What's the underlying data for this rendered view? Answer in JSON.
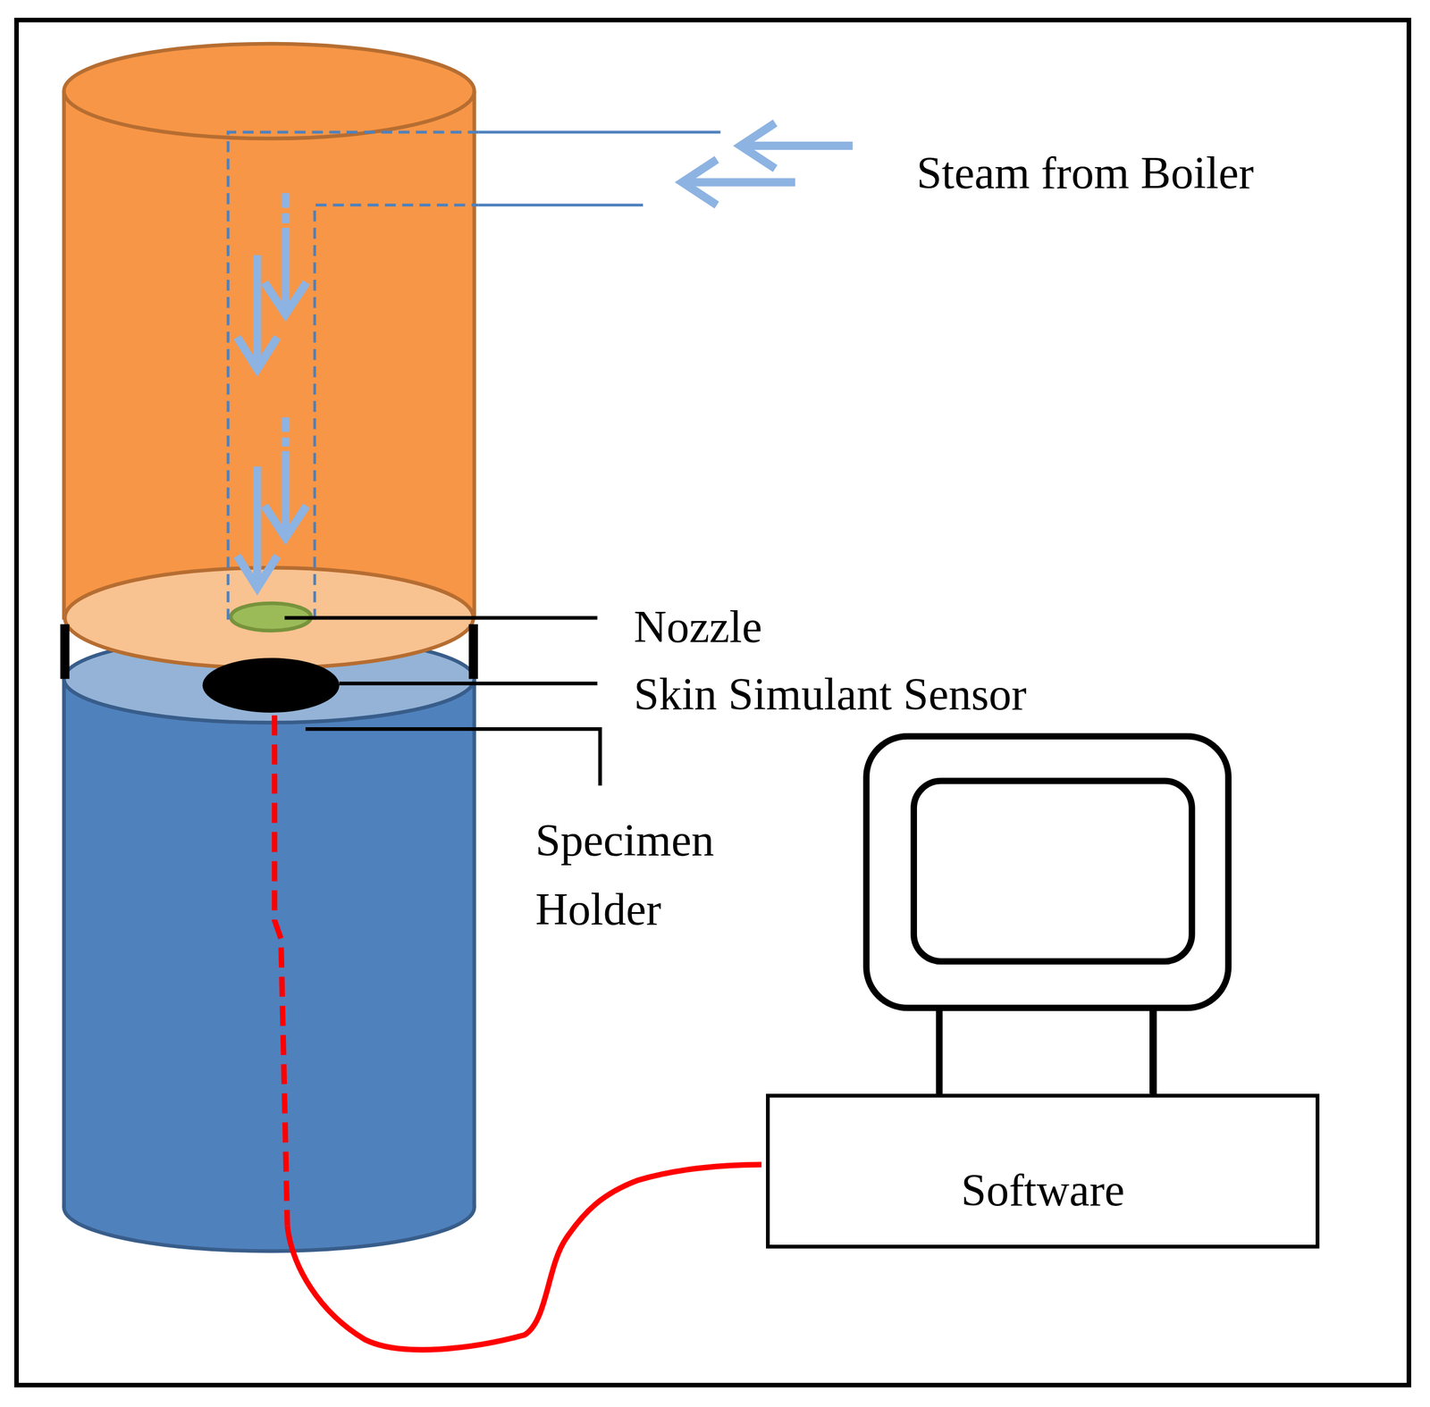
{
  "diagram": {
    "nodes": [
      {
        "text": [
          "Software"
        ]
      }
    ],
    "labels": [
      "Steam from Boiler",
      "Nozzle",
      "Skin Simulant Sensor",
      "Specimen Holder"
    ]
  }
}
